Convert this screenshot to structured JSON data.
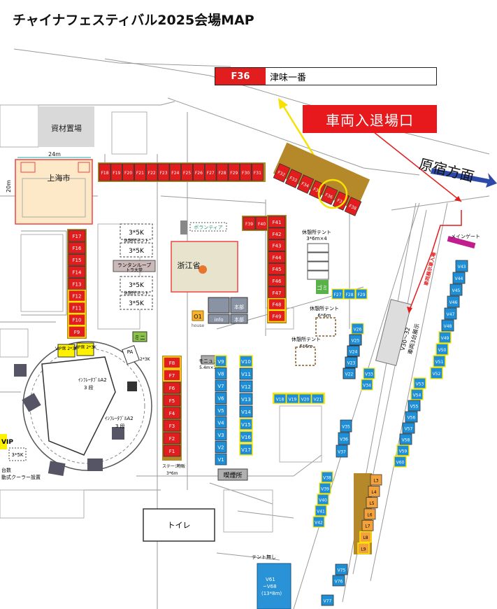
{
  "title": "チャイナフェスティバル2025会場MAP",
  "legend": {
    "code": "F36",
    "name": "津味一番"
  },
  "callout": "車両入退場口",
  "direction_label": "原宿方面",
  "areas": {
    "materials": "資材置場",
    "shanghai": "上海市",
    "shanghai_width": "24m",
    "shanghai_height": "20m",
    "zhejiang": "浙江省",
    "toilet": "トイレ",
    "smoking": "喫煙所",
    "main_gate": "メインゲート",
    "garbage": "ゴミ",
    "o1": "O1",
    "house": "house",
    "info": "info",
    "honbu": "本部",
    "honbu2": "本部",
    "volunteer": "ボランティア",
    "mini": "ミニ",
    "pa": "PA",
    "pa_size": "2*3K",
    "vip1": "VIP席 2*3K",
    "vip2": "VIP席 2*3K",
    "vip3": "VIP",
    "k3_1": "3*5K",
    "k3_2": "3*5K",
    "k3_3": "3*5K",
    "k3_4": "3*5K",
    "k3_5": "3*5K",
    "rest_tent_small": "休憩所テント",
    "rest_tent_small2": "休憩所テント",
    "rest_tent_4": "休憩所テント",
    "rest_tent_4_size": "3*6m×4",
    "rest_tent_6a": "休憩所テント",
    "rest_tent_6a_size": "6*6m",
    "rest_tent_6b": "休憩所テント",
    "rest_tent_6b_size": "6*6m",
    "lantern": "ランタンループ",
    "lantern2": "トラ大堂",
    "monument": "モニュメント",
    "monument_size": "5.4m×3.6m",
    "stage": "ステージ",
    "stage_sub": "物販",
    "stage_size": "3*6m",
    "inflatable1": "ｲﾝﾌﾚｰﾀﾌﾞﾙA2",
    "inflatable1_b": "3 段",
    "inflatable2": "ｲﾝﾌﾚｰﾀﾌﾞﾙA2",
    "inflatable2_b": "3 段",
    "left_note1": "台数",
    "left_note2": "動式クーラー設置",
    "no_tent": "テント無し",
    "v61": "V61",
    "v61b": "~V68",
    "v61c": "(13*8m)",
    "v30": "V30～32",
    "v30b": "車両3台展示",
    "vehicle_red": "車両展示車入場"
  },
  "booths": {
    "top_row": [
      "F18",
      "F19",
      "F20",
      "F21",
      "F22",
      "F23",
      "F24",
      "F25",
      "F26",
      "F27",
      "F28",
      "F29",
      "F30",
      "F31"
    ],
    "left_col": [
      "F17",
      "F16",
      "F15",
      "F14",
      "F13",
      "F12",
      "F11",
      "F10",
      "F9"
    ],
    "mid_col": [
      "F41",
      "F42",
      "F43",
      "F44",
      "F45",
      "F46",
      "F47",
      "F48",
      "F49"
    ],
    "f39": "F39",
    "f40": "F40",
    "slant": [
      "F32",
      "F33",
      "F34",
      "F35",
      "F36",
      "F37",
      "F38"
    ],
    "lower_col": [
      "F8",
      "F7",
      "F6",
      "F5",
      "F4",
      "F3",
      "F2",
      "F1"
    ],
    "f27b": [
      "F27",
      "F28",
      "F29"
    ],
    "v_col1": [
      "V9",
      "V8",
      "V7",
      "V6",
      "V5",
      "V4",
      "V3",
      "V2",
      "V1"
    ],
    "v_col2": [
      "V10",
      "V11",
      "V12",
      "V13",
      "V14",
      "V15",
      "V16",
      "V17"
    ],
    "v_row": [
      "V18",
      "V19",
      "V20",
      "V21"
    ],
    "v_right1": [
      "V26",
      "V25",
      "V24",
      "V23",
      "V22"
    ],
    "v_34": [
      "V33",
      "V34"
    ],
    "v_36": [
      "V35",
      "V36",
      "V37"
    ],
    "v_38": [
      "V38",
      "V39",
      "V40",
      "V41",
      "V42"
    ],
    "v_43": [
      "V43",
      "V44",
      "V45",
      "V46",
      "V47",
      "V48",
      "V49",
      "V50",
      "V51",
      "V52"
    ],
    "v_53": [
      "V53",
      "V54",
      "V55",
      "V56",
      "V57",
      "V58",
      "V59",
      "V60"
    ],
    "v_75": [
      "V75",
      "V76"
    ],
    "v_77": [
      "V77"
    ],
    "l_col": [
      "L3",
      "L4",
      "L5",
      "L6",
      "L7",
      "L8",
      "L9"
    ]
  },
  "colors": {
    "red": "#e21d1d",
    "blue": "#1e8fd6",
    "orange": "#f3a23b",
    "brown": "#b5892a",
    "yellow": "#ffe600"
  }
}
